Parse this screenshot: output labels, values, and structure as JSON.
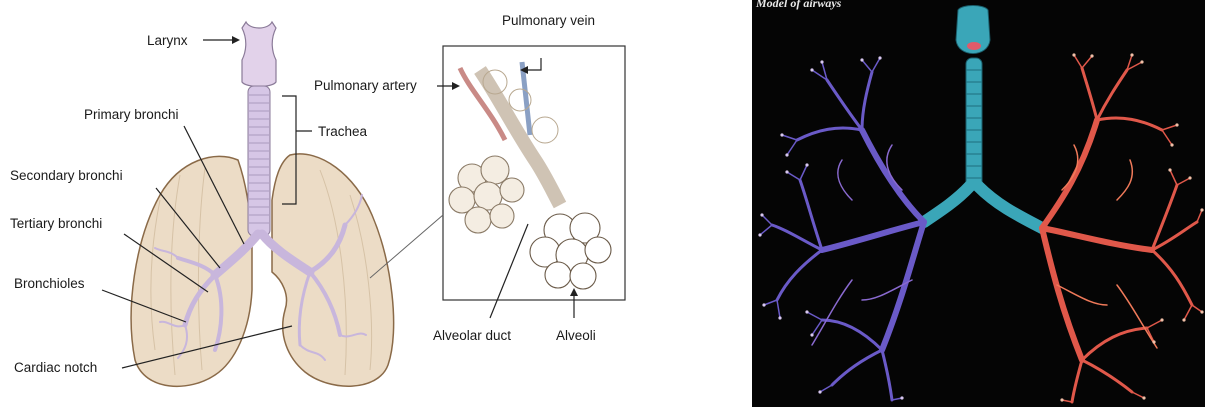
{
  "anatomy_diagram": {
    "labels": {
      "larynx": "Larynx",
      "primary_bronchi": "Primary bronchi",
      "secondary_bronchi": "Secondary bronchi",
      "tertiary_bronchi": "Tertiary bronchi",
      "bronchioles": "Bronchioles",
      "cardiac_notch": "Cardiac notch",
      "trachea": "Trachea",
      "pulmonary_vein": "Pulmonary vein",
      "pulmonary_artery": "Pulmonary artery",
      "alveolar_duct": "Alveolar duct",
      "alveoli": "Alveoli"
    },
    "colors": {
      "lung_fill": "#ecdcc6",
      "lung_outline": "#8a6a48",
      "airway": "#c8b6dc",
      "artery": "#c98a86",
      "vein": "#8aa0c4"
    }
  },
  "airway_model": {
    "caption": "Model of airways",
    "colors": {
      "background": "#050505",
      "trachea": "#3aa6b8",
      "left_tree": "#6a5ac8",
      "right_tree": "#e0584a"
    }
  }
}
